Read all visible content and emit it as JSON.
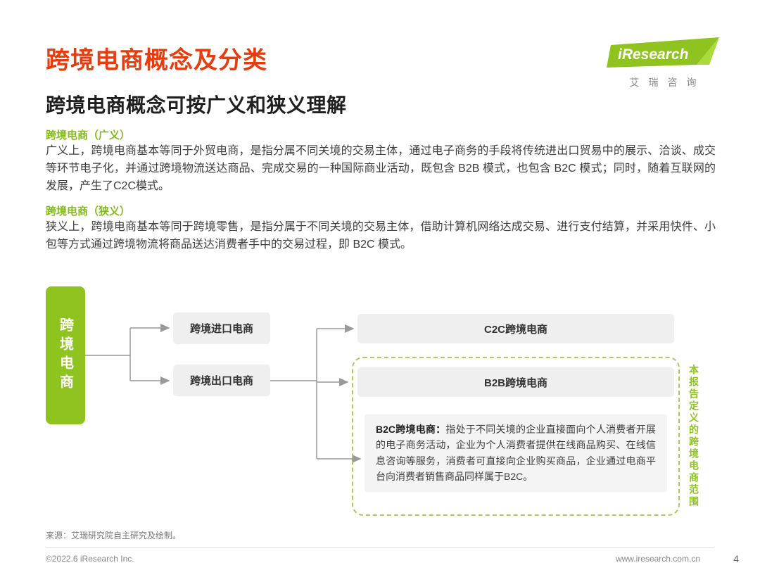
{
  "page": {
    "title": "跨境电商概念及分类",
    "subtitle": "跨境电商概念可按广义和狭义理解"
  },
  "logo": {
    "brand": "iResearch",
    "brand_cn": "艾瑞咨询"
  },
  "sections": [
    {
      "label": "跨境电商（广义）",
      "body": "广义上，跨境电商基本等同于外贸电商，是指分属不同关境的交易主体，通过电子商务的手段将传统进出口贸易中的展示、洽谈、成交等环节电子化，并通过跨境物流送达商品、完成交易的一种国际商业活动，既包含 B2B 模式，也包含 B2C 模式；同时，随着互联网的发展，产生了C2C模式。"
    },
    {
      "label": "跨境电商（狭义）",
      "body": "狭义上，跨境电商基本等同于跨境零售，是指分属于不同关境的交易主体，借助计算机网络达成交易、进行支付结算，并采用快件、小包等方式通过跨境物流将商品送达消费者手中的交易过程，即 B2C 模式。"
    }
  ],
  "diagram": {
    "root": "跨境电商",
    "level1": [
      "跨境进口电商",
      "跨境出口电商"
    ],
    "c2c": "C2C跨境电商",
    "b2b": "B2B跨境电商",
    "b2c_title": "B2C跨境电商：",
    "b2c_body": "指处于不同关境的企业直接面向个人消费者开展的电子商务活动，企业为个人消费者提供在线商品购买、在线信息咨询等服务，消费者可直接向企业购买商品，企业通过电商平台向消费者销售商品同样属于B2C。",
    "scope_label": "本报告定义的跨境电商范围"
  },
  "source": "来源：艾瑞研究院自主研究及绘制。",
  "footer": {
    "copyright": "©2022.6 iResearch Inc.",
    "url": "www.iresearch.com.cn",
    "page": "4"
  },
  "colors": {
    "accent_red": "#e73c0e",
    "accent_green": "#8fc31f",
    "node_gray": "#efefef",
    "connector_gray": "#999999"
  }
}
